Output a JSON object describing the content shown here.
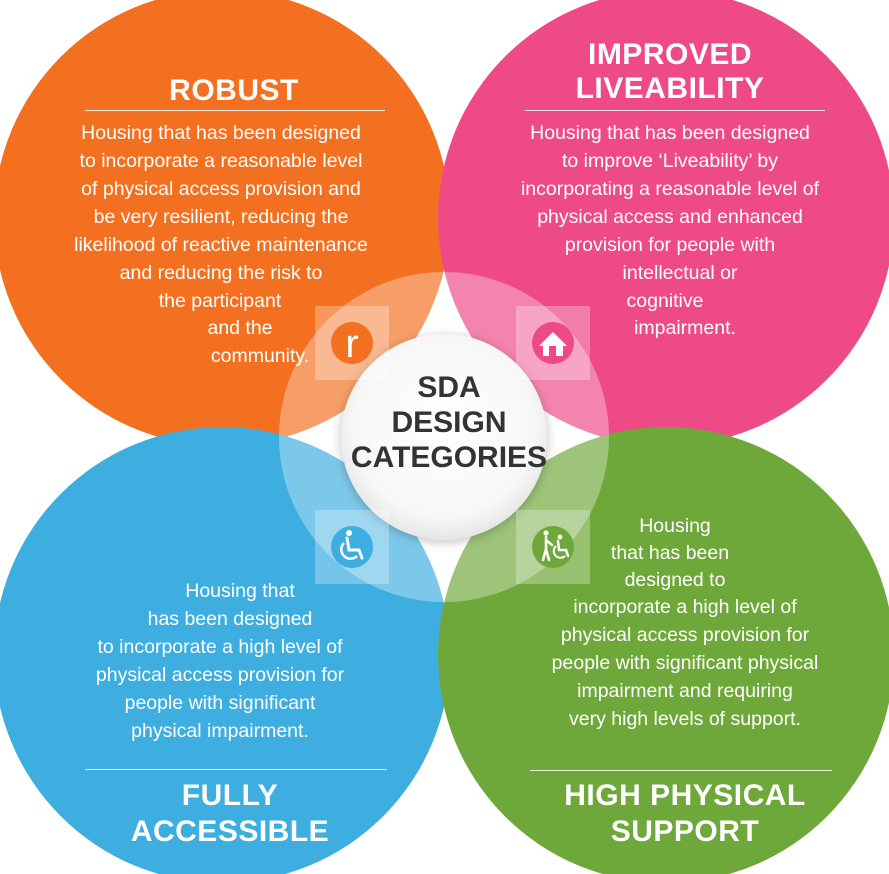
{
  "colors": {
    "robust": "#f37021",
    "improved_liveability": "#ee4b86",
    "fully_accessible": "#3eaee0",
    "high_physical_support": "#6fa83a",
    "center_text": "#333333"
  },
  "center": {
    "line1": "SDA",
    "line2": "DESIGN",
    "line3": "CATEGORIES"
  },
  "robust": {
    "title": "ROBUST",
    "lines": [
      "Housing that has been designed",
      "to incorporate a reasonable level",
      "of physical access provision and",
      "be very resilient, reducing the",
      "likelihood of reactive maintenance",
      "and reducing the risk to",
      "the participant",
      "and the",
      "community."
    ],
    "icon": "r-letter-icon",
    "icon_glyph": "r"
  },
  "improved_liveability": {
    "title_line1": "IMPROVED",
    "title_line2": "LIVEABILITY",
    "lines": [
      "Housing that has been designed",
      "to improve ‘Liveability’ by",
      "incorporating a reasonable level of",
      "physical access and enhanced",
      "provision for people with",
      "intellectual or",
      "cognitive",
      "impairment."
    ],
    "icon": "house-icon"
  },
  "fully_accessible": {
    "title_line1": "FULLY",
    "title_line2": "ACCESSIBLE",
    "lines": [
      "Housing that",
      "has been designed",
      "to incorporate a high level of",
      "physical access provision for",
      "people with significant",
      "physical impairment."
    ],
    "icon": "wheelchair-icon"
  },
  "high_physical_support": {
    "title_line1": "HIGH PHYSICAL",
    "title_line2": "SUPPORT",
    "lines": [
      "Housing",
      "that has been",
      "designed to",
      "incorporate a high level of",
      "physical access provision for",
      "people with significant physical",
      "impairment and requiring",
      "very high levels of support."
    ],
    "icon": "carer-wheelchair-icon"
  }
}
